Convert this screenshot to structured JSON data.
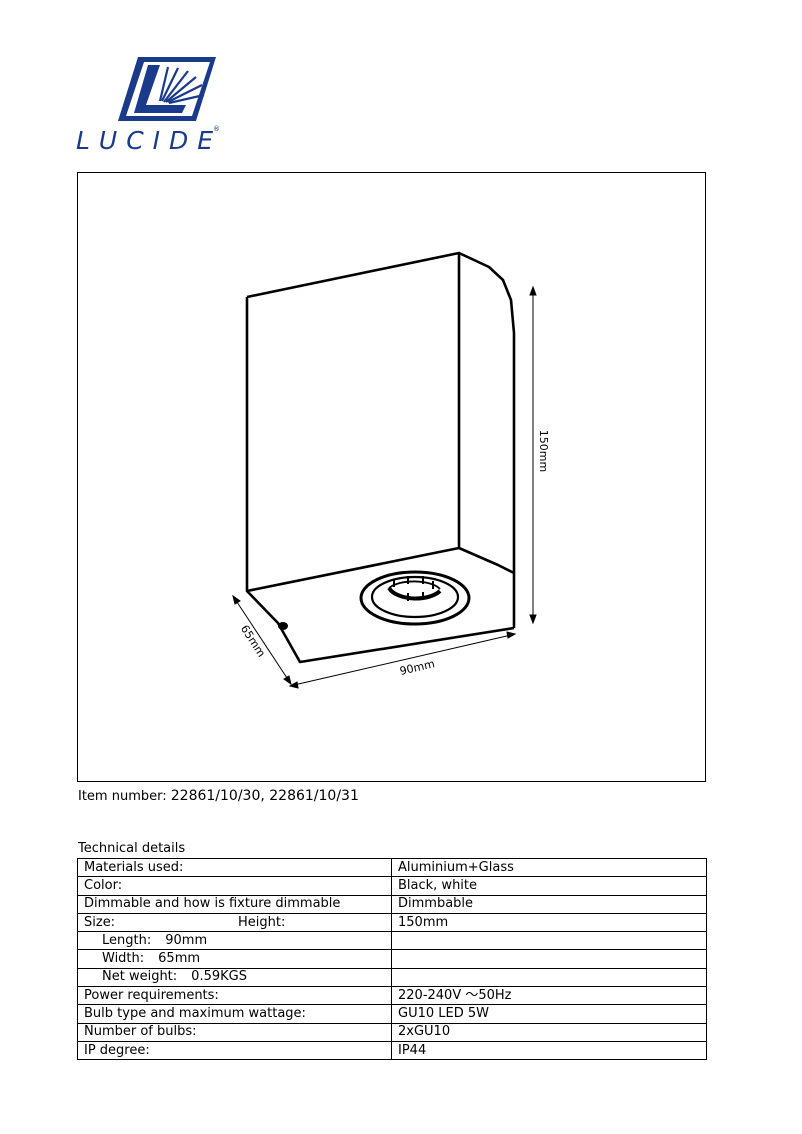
{
  "brand": {
    "name": "LUCIDE",
    "reg_mark": "®"
  },
  "drawing": {
    "dim_height": "150mm",
    "dim_width": "90mm",
    "dim_depth": "65mm"
  },
  "item": {
    "label": "Item number:",
    "value": "22861/10/30, 22861/10/31"
  },
  "technical": {
    "title": "Technical details",
    "rows": [
      {
        "label": "Materials used:",
        "value": "Aluminium+Glass"
      },
      {
        "label": "Color:",
        "value": "Black, white"
      },
      {
        "label": "Dimmable and how is fixture dimmable",
        "value": "Dimmbable"
      },
      {
        "label": "Size:",
        "sublabel": "Height:",
        "value": "150mm"
      },
      {
        "label": "Length:",
        "label_value": "90mm",
        "value": ""
      },
      {
        "label": "Width:",
        "label_value": "65mm",
        "value": ""
      },
      {
        "label": "Net weight:",
        "label_value": "0.59KGS",
        "value": ""
      },
      {
        "label": "Power requirements:",
        "value": "220-240V ～50Hz"
      },
      {
        "label": "Bulb type and maximum wattage:",
        "value": "GU10 LED 5W"
      },
      {
        "label": "Number of bulbs:",
        "value": "2xGU10"
      },
      {
        "label": "IP degree:",
        "value": "IP44"
      }
    ]
  },
  "colors": {
    "logo_blue": "#1a3a8c",
    "line": "#000000"
  }
}
